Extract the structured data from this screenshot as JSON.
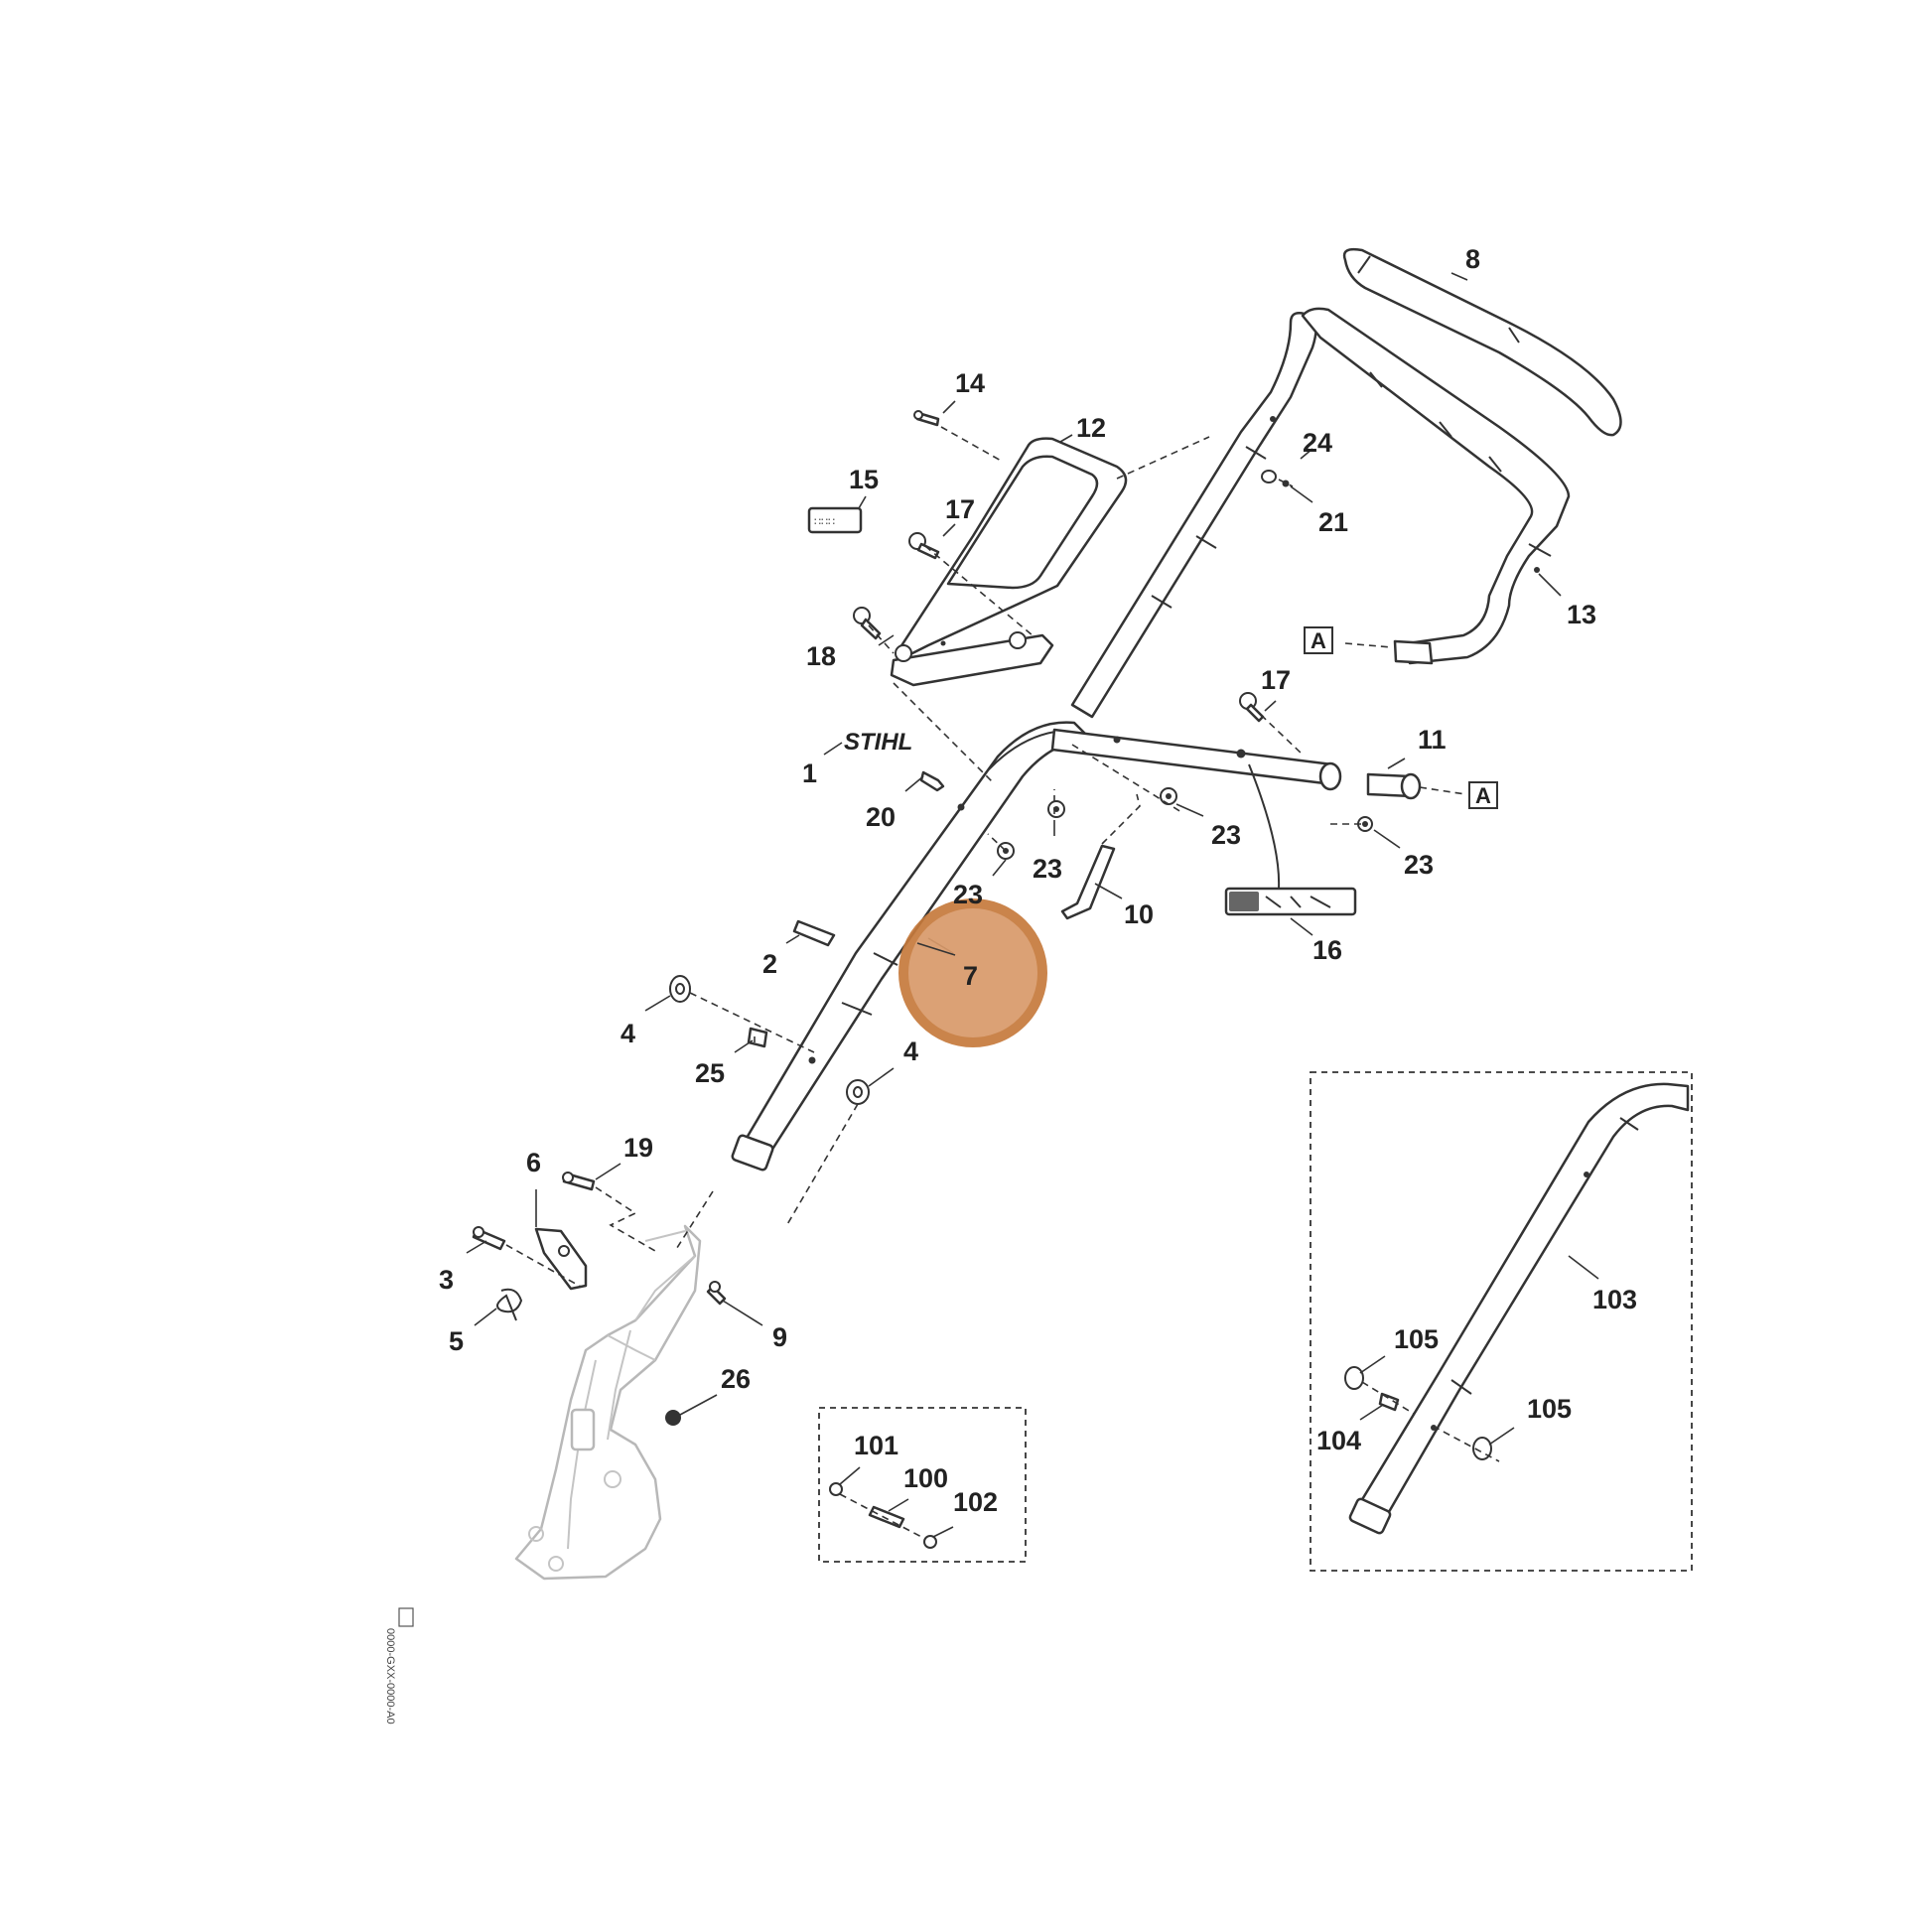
{
  "diagram": {
    "labels": [
      {
        "id": "8",
        "text": "8"
      },
      {
        "id": "14",
        "text": "14"
      },
      {
        "id": "12",
        "text": "12"
      },
      {
        "id": "24",
        "text": "24"
      },
      {
        "id": "15",
        "text": "15"
      },
      {
        "id": "17a",
        "text": "17"
      },
      {
        "id": "21",
        "text": "21"
      },
      {
        "id": "13",
        "text": "13"
      },
      {
        "id": "18",
        "text": "18"
      },
      {
        "id": "17b",
        "text": "17"
      },
      {
        "id": "11",
        "text": "11"
      },
      {
        "id": "1",
        "text": "1"
      },
      {
        "id": "20",
        "text": "20"
      },
      {
        "id": "23a",
        "text": "23"
      },
      {
        "id": "23b",
        "text": "23"
      },
      {
        "id": "23c",
        "text": "23"
      },
      {
        "id": "23d",
        "text": "23"
      },
      {
        "id": "10",
        "text": "10"
      },
      {
        "id": "16",
        "text": "16"
      },
      {
        "id": "2",
        "text": "2"
      },
      {
        "id": "7",
        "text": "7"
      },
      {
        "id": "4a",
        "text": "4"
      },
      {
        "id": "4b",
        "text": "4"
      },
      {
        "id": "25",
        "text": "25"
      },
      {
        "id": "19",
        "text": "19"
      },
      {
        "id": "6",
        "text": "6"
      },
      {
        "id": "3",
        "text": "3"
      },
      {
        "id": "5",
        "text": "5"
      },
      {
        "id": "9",
        "text": "9"
      },
      {
        "id": "26",
        "text": "26"
      },
      {
        "id": "101",
        "text": "101"
      },
      {
        "id": "100",
        "text": "100"
      },
      {
        "id": "102",
        "text": "102"
      },
      {
        "id": "103",
        "text": "103"
      },
      {
        "id": "105a",
        "text": "105"
      },
      {
        "id": "104",
        "text": "104"
      },
      {
        "id": "105b",
        "text": "105"
      }
    ],
    "reference_marks": [
      {
        "id": "A1",
        "text": "A"
      },
      {
        "id": "A2",
        "text": "A"
      }
    ],
    "logo_text": "STIHL",
    "highlight": {
      "part": "7",
      "color": "#d89a6a",
      "ring_color": "#c67a3c"
    },
    "drawing_code": "0000-GXX-0000-A0"
  }
}
